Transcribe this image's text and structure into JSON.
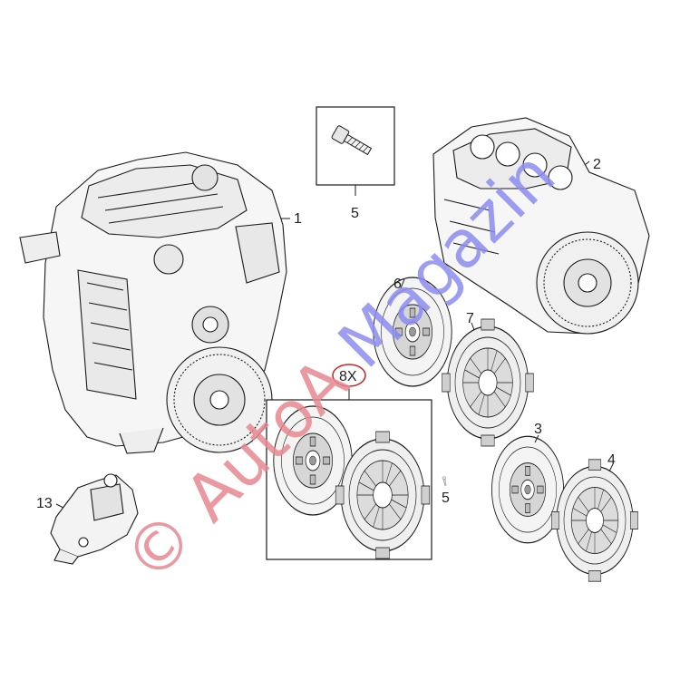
{
  "diagram": {
    "callouts": [
      {
        "id": "c1",
        "text": "1"
      },
      {
        "id": "c2",
        "text": "2"
      },
      {
        "id": "c3",
        "text": "3"
      },
      {
        "id": "c4",
        "text": "4"
      },
      {
        "id": "c5a",
        "text": "5"
      },
      {
        "id": "c5b",
        "text": "5"
      },
      {
        "id": "c6",
        "text": "6"
      },
      {
        "id": "c7",
        "text": "7"
      },
      {
        "id": "c8",
        "text": "8X"
      },
      {
        "id": "c13",
        "text": "13"
      }
    ],
    "highlight_color": "#cc2a2a",
    "line_color": "#1a1a1a"
  },
  "watermark": {
    "text_red": "© AutoA",
    "text_blue": " Magazin",
    "color_red": "#e88890",
    "color_blue": "#8c8cf0"
  }
}
